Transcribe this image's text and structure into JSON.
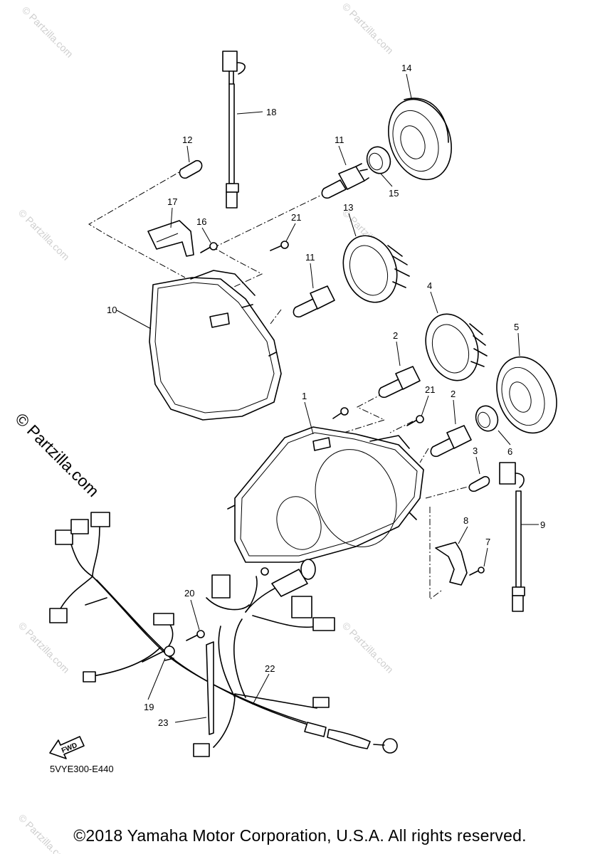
{
  "diagram": {
    "code": "5VYE300-E440",
    "copyright": "©2018 Yamaha Motor Corporation, U.S.A. All rights reserved.",
    "watermark": "© Partzilla.com",
    "fwd_label": "FWD",
    "callouts": {
      "c1": "1",
      "c2a": "2",
      "c2b": "2",
      "c3": "3",
      "c4": "4",
      "c5": "5",
      "c6": "6",
      "c7": "7",
      "c8": "8",
      "c9": "9",
      "c10": "10",
      "c11a": "11",
      "c11b": "11",
      "c12": "12",
      "c13": "13",
      "c14": "14",
      "c15": "15",
      "c16": "16",
      "c17": "17",
      "c18": "18",
      "c19": "19",
      "c20": "20",
      "c21a": "21",
      "c21b": "21",
      "c22": "22",
      "c23": "23"
    }
  }
}
